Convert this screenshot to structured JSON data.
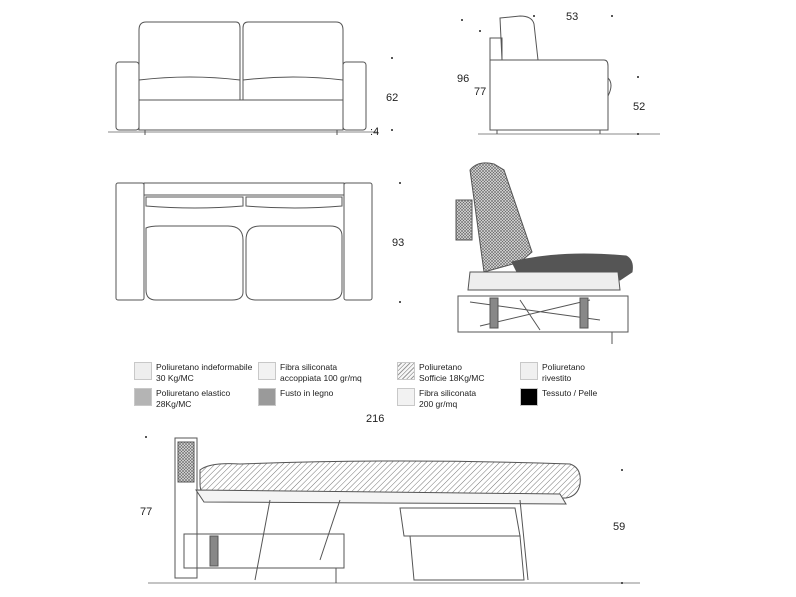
{
  "dimensions": {
    "front_height": "62",
    "foot_height": "4",
    "side_depth": "53",
    "side_total_height": "96",
    "side_back_height": "77",
    "side_seat_height": "52",
    "top_depth": "93",
    "bed_length": "216",
    "bed_back_height": "77",
    "bed_height": "59"
  },
  "legend": [
    {
      "line1": "Poliuretano indeformabile",
      "line2": "30 Kg/MC",
      "swatch": "#eeeeee",
      "pattern": "none"
    },
    {
      "line1": "Fibra siliconata",
      "line2": "accoppiata 100 gr/mq",
      "swatch": "#f2f2f2",
      "pattern": "none"
    },
    {
      "line1": "Poliuretano",
      "line2": "Sofficie 18Kg/MC",
      "swatch": "#f7f7f7",
      "pattern": "hatch"
    },
    {
      "line1": "Poliuretano",
      "line2": "rivestito",
      "swatch": "#f0f0f0",
      "pattern": "none"
    },
    {
      "line1": "Poliuretano elastico",
      "line2": "28Kg/MC",
      "swatch": "#b4b4b4",
      "pattern": "none"
    },
    {
      "line1": "Fusto in legno",
      "line2": "",
      "swatch": "#9a9a9a",
      "pattern": "none"
    },
    {
      "line1": "Fibra siliconata",
      "line2": "200 gr/mq",
      "swatch": "#f2f2f2",
      "pattern": "none"
    },
    {
      "line1": "Tessuto / Pelle",
      "line2": "",
      "swatch": "#000000",
      "pattern": "none"
    }
  ]
}
